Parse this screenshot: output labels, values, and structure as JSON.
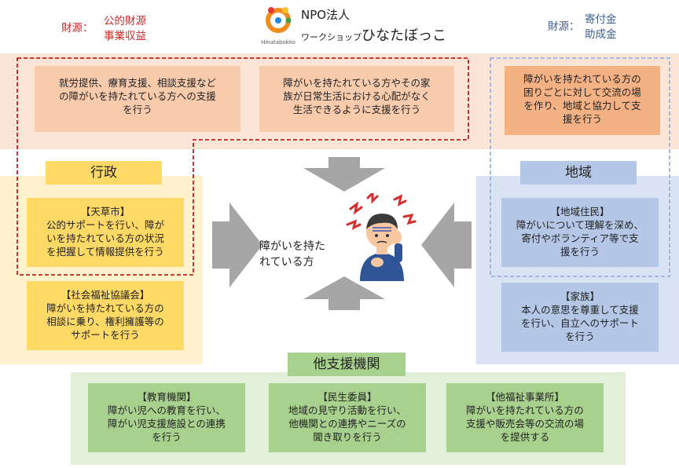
{
  "header": {
    "funding_left_label": "財源：",
    "funding_left_1": "公的財源",
    "funding_left_2": "事業収益",
    "org_type": "NPO法人",
    "org_prefix": "ワークショップ",
    "org_name": "ひなたぼっこ",
    "logo_text": "Hinatabokko",
    "funding_right_label": "財源：",
    "funding_right_1": "寄付金",
    "funding_right_2": "助成金"
  },
  "npo_roles": {
    "role_1": [
      "就労提供、療育支援、相談支援など",
      "の障がいを持たれている方への支援",
      "を行う"
    ],
    "role_2": [
      "障がいを持たれている方やその家",
      "族が日常生活における心配がなく",
      "生活できるように支援を行う"
    ],
    "role_3": [
      "障がいを持たれている方の",
      "困りごとに対して交流の場",
      "を作り、地域と協力して支",
      "援を行う"
    ]
  },
  "government": {
    "label": "行政",
    "amakusa": [
      "【天草市】",
      "公的サポートを行い、障が",
      "いを持たれている方の状況",
      "を把握して情報提供を行う"
    ],
    "welfare_council": [
      "【社会福祉協議会】",
      "障がいを持たれている方の",
      "相談に乗り、権利擁護等の",
      "サポートを行う"
    ]
  },
  "community": {
    "label": "地域",
    "residents": [
      "【地域住民】",
      "障がいについて理解を深め、",
      "寄付やボランティア等で支",
      "援を行う"
    ],
    "family": [
      "【家族】",
      "本人の意思を尊重して支援",
      "を行い、自立へのサポート",
      "を行う"
    ]
  },
  "center": {
    "text": [
      "障がいを持た",
      "れている方"
    ]
  },
  "other_agencies": {
    "label": "他支援機関",
    "education": [
      "【教育機関】",
      "障がい児への教育を行い、",
      "障がい児支援施設との連携",
      "を行う"
    ],
    "welfare_commissioner": [
      "【民生委員】",
      "地域の見守り活動を行い、",
      "他機関との連携やニーズの",
      "聞き取りを行う"
    ],
    "other_welfare": [
      "【他福祉事業所】",
      "障がいを持たれている方の",
      "支援や販売会等の交流の場",
      "を提供する"
    ]
  },
  "colors": {
    "accent_red": "#c62828",
    "accent_blue": "#3d5f8f",
    "arrow_gray": "#a6a6a6"
  }
}
